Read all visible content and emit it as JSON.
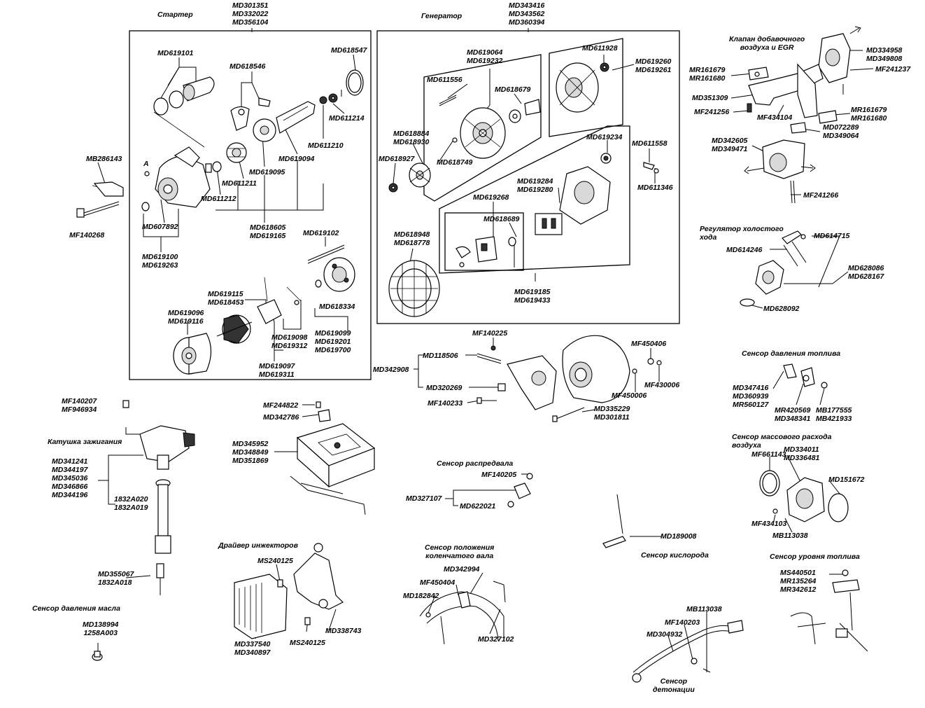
{
  "titles": {
    "starter": "Стартер",
    "generator": "Генератор",
    "egr_valve": [
      "Клапан добавочного",
      "воздуха и EGR"
    ],
    "idle_regulator": [
      "Регулятор холостого",
      "хода"
    ],
    "fuel_pressure_sensor": "Сенсор давления топлива",
    "maf_sensor": [
      "Сенсор массового расхода",
      "воздуха"
    ],
    "ignition_coil": "Катушка зажигания",
    "camshaft_sensor": "Сенсор распредвала",
    "crankshaft_sensor": [
      "Сенсор положения",
      "коленчатого вала"
    ],
    "injector_driver": "Драйвер инжекторов",
    "oxygen_sensor": "Сенсор кислорода",
    "fuel_level_sensor": "Сенсор уровня топлива",
    "oil_pressure_sensor": "Сенсор давления масла",
    "knock_sensor": [
      "Сенсор",
      "детонации"
    ]
  },
  "labels": {
    "starter_assy": [
      "MD301351",
      "MD332022",
      "MD356104"
    ],
    "generator_assy": [
      "MD343416",
      "MD343562",
      "MD360394"
    ],
    "md619101": [
      "MD619101"
    ],
    "md618546": [
      "MD618546"
    ],
    "md618547": [
      "MD618547"
    ],
    "md611214": [
      "MD611214"
    ],
    "md611210": [
      "MD611210"
    ],
    "md619094": [
      "MD619094"
    ],
    "md619095": [
      "MD619095"
    ],
    "md611211": [
      "MD611211"
    ],
    "md611212": [
      "MD611212"
    ],
    "mb286143": [
      "MB286143"
    ],
    "a_mark": [
      "A"
    ],
    "mf140268": [
      "MF140268"
    ],
    "md607892": [
      "MD607892"
    ],
    "md619100": [
      "MD619100",
      "MD619263"
    ],
    "md618605": [
      "MD618605",
      "MD619165"
    ],
    "md619102": [
      "MD619102"
    ],
    "md619115": [
      "MD619115",
      "MD618453"
    ],
    "md619096": [
      "MD619096",
      "MD619116"
    ],
    "md618334": [
      "MD618334"
    ],
    "md619098": [
      "MD619098",
      "MD619312"
    ],
    "md619099": [
      "MD619099",
      "MD619201",
      "MD619700"
    ],
    "md619097": [
      "MD619097",
      "MD619311"
    ],
    "md619064": [
      "MD619064",
      "MD619232"
    ],
    "md611556": [
      "MD611556"
    ],
    "md618679": [
      "MD618679"
    ],
    "md611928": [
      "MD611928"
    ],
    "md619260": [
      "MD619260",
      "MD619261"
    ],
    "md618884": [
      "MD618884",
      "MD618930"
    ],
    "md618927": [
      "MD618927"
    ],
    "md618749": [
      "MD618749"
    ],
    "md619234": [
      "MD619234"
    ],
    "md611558": [
      "MD611558"
    ],
    "md611346": [
      "MD611346"
    ],
    "md619284": [
      "MD619284",
      "MD619280"
    ],
    "md619268": [
      "MD619268"
    ],
    "md618689": [
      "MD618689"
    ],
    "md618948": [
      "MD618948",
      "MD618778"
    ],
    "md619185": [
      "MD619185",
      "MD619433"
    ],
    "md334958": [
      "MD334958",
      "MD349808"
    ],
    "mf241237": [
      "MF241237"
    ],
    "mr161679a": [
      "MR161679",
      "MR161680"
    ],
    "md351309": [
      "MD351309"
    ],
    "mf241256": [
      "MF241256"
    ],
    "mf434104": [
      "MF434104"
    ],
    "mr161679b": [
      "MR161679",
      "MR161680"
    ],
    "md072289": [
      "MD072289",
      "MD349064"
    ],
    "md342605": [
      "MD342605",
      "MD349471"
    ],
    "mf241266": [
      "MF241266"
    ],
    "md614715": [
      "MD614715"
    ],
    "md614246": [
      "MD614246"
    ],
    "md628086": [
      "MD628086",
      "MD628167"
    ],
    "md628092": [
      "MD628092"
    ],
    "mf140225": [
      "MF140225"
    ],
    "md118506": [
      "MD118506"
    ],
    "md342908": [
      "MD342908"
    ],
    "md320269": [
      "MD320269"
    ],
    "mf140233": [
      "MF140233"
    ],
    "mf450406": [
      "MF450406"
    ],
    "mf450006": [
      "MF450006"
    ],
    "mf430006": [
      "MF430006"
    ],
    "md335229": [
      "MD335229",
      "MD301811"
    ],
    "md347416": [
      "MD347416",
      "MD360939",
      "MR560127"
    ],
    "mr420569": [
      "MR420569",
      "MD348341"
    ],
    "mb177555": [
      "MB177555",
      "MB421933"
    ],
    "mf140207": [
      "MF140207",
      "MF946934"
    ],
    "md341241": [
      "MD341241",
      "MD344197",
      "MD345036",
      "MD346866",
      "MD344196"
    ],
    "a1832a020": [
      "1832A020",
      "1832A019"
    ],
    "md355067": [
      "MD355067",
      "1832A018"
    ],
    "md138994": [
      "MD138994",
      "1258A003"
    ],
    "mf244822": [
      "MF244822"
    ],
    "md342786": [
      "MD342786"
    ],
    "md345952": [
      "MD345952",
      "MD348849",
      "MD351869"
    ],
    "mf140205": [
      "MF140205"
    ],
    "md327107": [
      "MD327107"
    ],
    "md622021": [
      "MD622021"
    ],
    "md342994": [
      "MD342994"
    ],
    "mf450404": [
      "MF450404"
    ],
    "md182842": [
      "MD182842"
    ],
    "md327102": [
      "MD327102"
    ],
    "ms240125a": [
      "MS240125"
    ],
    "ms240125b": [
      "MS240125"
    ],
    "md338743": [
      "MD338743"
    ],
    "md337540": [
      "MD337540",
      "MD340897"
    ],
    "md189008": [
      "MD189008"
    ],
    "md334011": [
      "MD334011",
      "MD336481"
    ],
    "mf661143": [
      "MF661143"
    ],
    "md151672": [
      "MD151672"
    ],
    "mf434103": [
      "MF434103"
    ],
    "mb113038a": [
      "MB113038"
    ],
    "ms440501": [
      "MS440501",
      "MR135264",
      "MR342612"
    ],
    "mb113038b": [
      "MB113038"
    ],
    "mf140203": [
      "MF140203"
    ],
    "md304932": [
      "MD304932"
    ]
  },
  "colors": {
    "ink": "#000000",
    "background": "#ffffff",
    "shade": "#d9d9d9"
  }
}
